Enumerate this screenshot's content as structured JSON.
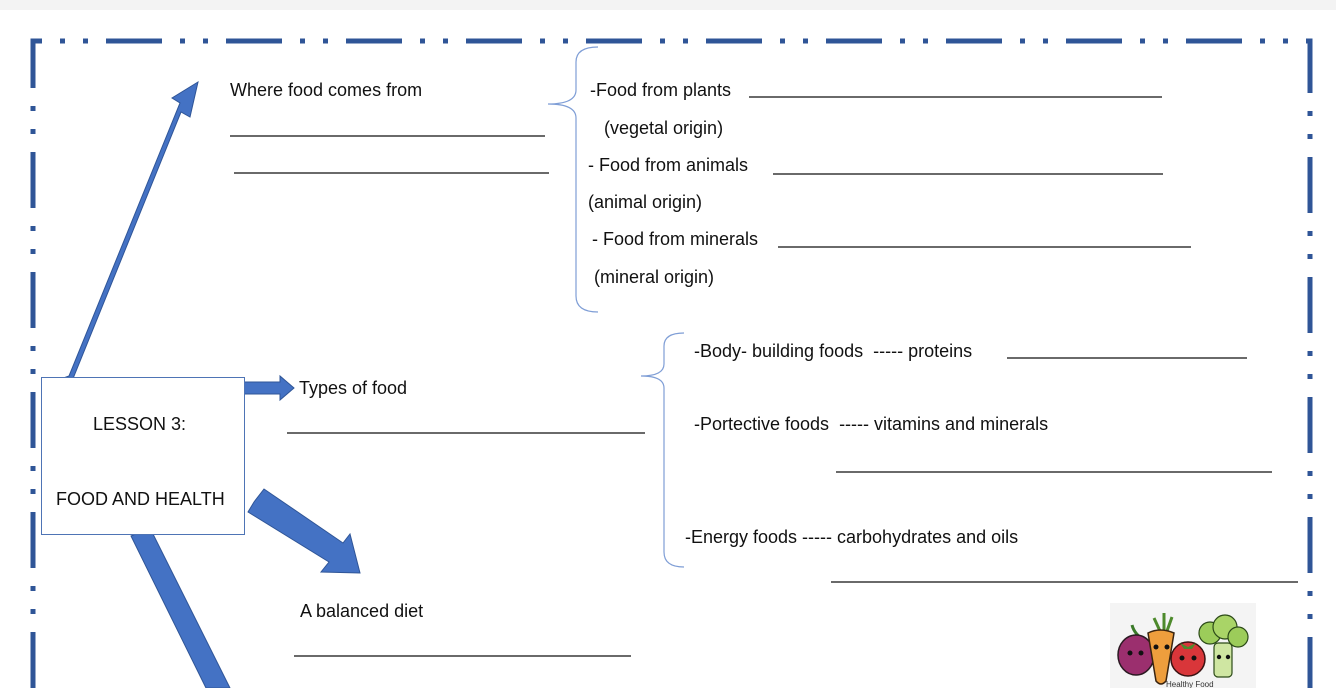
{
  "lesson": {
    "number": "LESSON 3:",
    "title": "FOOD AND HEALTH"
  },
  "branches": {
    "origin": {
      "heading": "Where food comes from",
      "items": [
        {
          "label": "-Food from plants",
          "sublabel": "(vegetal origin)"
        },
        {
          "label": "- Food from animals",
          "sublabel": "(animal origin)"
        },
        {
          "label": "- Food from minerals",
          "sublabel": "(mineral origin)"
        }
      ]
    },
    "types": {
      "heading": "Types of food",
      "items": [
        {
          "label": "-Body- building foods  ----- proteins"
        },
        {
          "label": "-Portective foods  ----- vitamins and minerals"
        },
        {
          "label": "-Energy foods ----- carbohydrates and oils"
        }
      ]
    },
    "diet": {
      "heading": "A balanced diet"
    }
  },
  "illustration": {
    "caption": "Healthy Food",
    "icon": "healthy-food-vegetables-illustration"
  },
  "colors": {
    "border": "#2f5597",
    "arrow": "#4472c4",
    "bracket": "#7f9ed6"
  }
}
